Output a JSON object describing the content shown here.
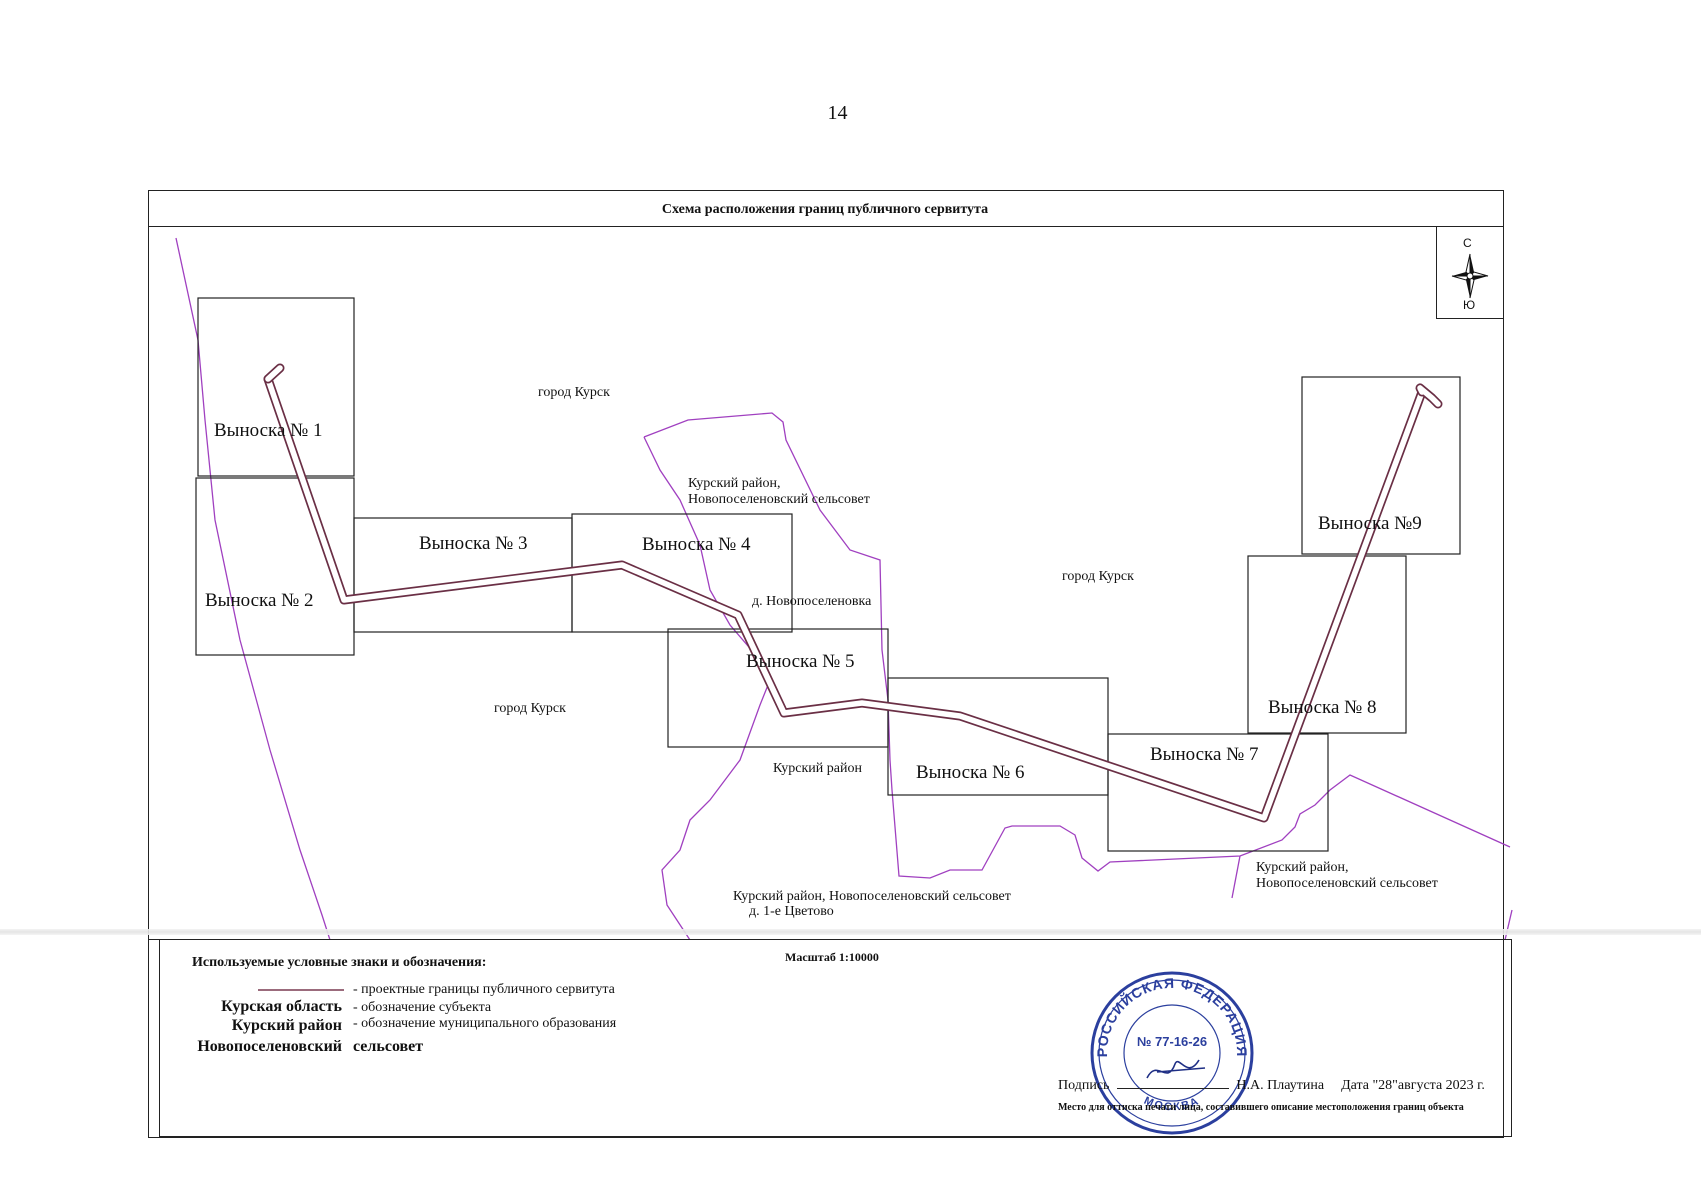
{
  "page_number": "14",
  "title": "Схема расположения границ публичного сервитута",
  "compass": {
    "north": "С",
    "south": "Ю",
    "icon": "compass-rose-icon"
  },
  "callouts": [
    {
      "id": "1",
      "label": "Выноска № 1"
    },
    {
      "id": "2",
      "label": "Выноска № 2"
    },
    {
      "id": "3",
      "label": "Выноска № 3"
    },
    {
      "id": "4",
      "label": "Выноска № 4"
    },
    {
      "id": "5",
      "label": "Выноска № 5"
    },
    {
      "id": "6",
      "label": "Выноска № 6"
    },
    {
      "id": "7",
      "label": "Выноска № 7"
    },
    {
      "id": "8",
      "label": "Выноска № 8"
    },
    {
      "id": "9",
      "label": "Выноска №9"
    }
  ],
  "places": {
    "kursk_city_1": "город Курск",
    "kursk_city_2": "город Курск",
    "kursk_city_3": "город Курск",
    "kursk_district_novoselenovsky_line1": "Курский район,",
    "kursk_district_novoselenovsky_line2": "Новопоселеновский сельсовет",
    "novoselenovka": "д. Новопоселеновка",
    "kursk_district": "Курский район",
    "kursk_district_novoselenovsky_full": "Курский район, Новопоселеновский сельсовет",
    "tsvetovo": "д. 1-е Цветово",
    "right_district_line1": "Курский район,",
    "right_district_line2": "Новопоселеновский сельсовет"
  },
  "colors": {
    "servitude_line": "#7a3a50",
    "boundary": "#a040c0",
    "frame": "#222222",
    "stamp": "#2b3f9e"
  },
  "legend": {
    "title": "Используемые условные знаки и обозначения:",
    "scale": "Масштаб 1:10000",
    "items": [
      {
        "term": "",
        "desc": "- проектные границы публичного сервитута"
      },
      {
        "term": "Курская область",
        "desc": "- обозначение субъекта"
      },
      {
        "term": "Курский район",
        "desc": "- обозначение муниципального образования"
      },
      {
        "term": "Новопоселеновский",
        "desc": "сельсовет"
      }
    ]
  },
  "signature": {
    "label": "Подпись",
    "name": "Н.А. Плаутина",
    "date": "Дата \"28\"августа 2023 г.",
    "note": "Место для оттиска печати лица, составившего описание местоположения границ объекта"
  },
  "stamp": {
    "country": "РОССИЙСКАЯ ФЕДЕРАЦИЯ",
    "number": "№ 77-16-26",
    "city": "МОСКВА"
  }
}
